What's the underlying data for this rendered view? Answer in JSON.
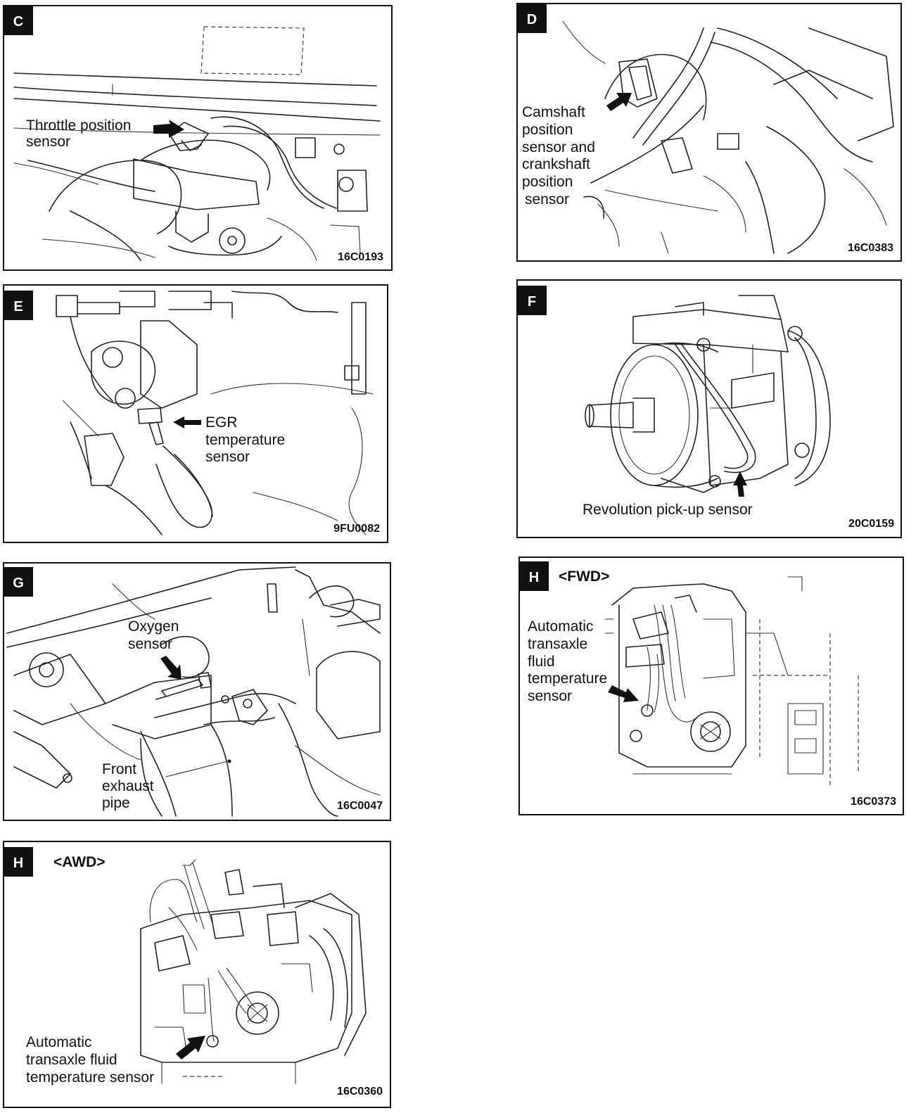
{
  "panels": [
    {
      "id": "C",
      "label_lines": [
        "Throttle position",
        "sensor"
      ],
      "code": "16C0193"
    },
    {
      "id": "D",
      "label_lines": [
        "Camshaft",
        "position",
        "sensor and",
        "crankshaft",
        "position",
        "sensor"
      ],
      "code": "16C0383"
    },
    {
      "id": "E",
      "label_lines": [
        "EGR",
        "temperature",
        "sensor"
      ],
      "code": "9FU0082"
    },
    {
      "id": "F",
      "label_lines": [
        "Revolution pick-up sensor"
      ],
      "code": "20C0159"
    },
    {
      "id": "G",
      "label_lines": [
        "Oxygen",
        "sensor"
      ],
      "label2_lines": [
        "Front",
        "exhaust",
        "pipe"
      ],
      "code": "16C0047"
    },
    {
      "id": "H",
      "variant": "<FWD>",
      "label_lines": [
        "Automatic",
        "transaxle",
        "fluid",
        "temperature",
        "sensor"
      ],
      "code": "16C0373"
    },
    {
      "id": "H",
      "variant": "<AWD>",
      "label_lines": [
        "Automatic",
        "transaxle fluid",
        "temperature sensor"
      ],
      "code": "16C0360"
    }
  ]
}
